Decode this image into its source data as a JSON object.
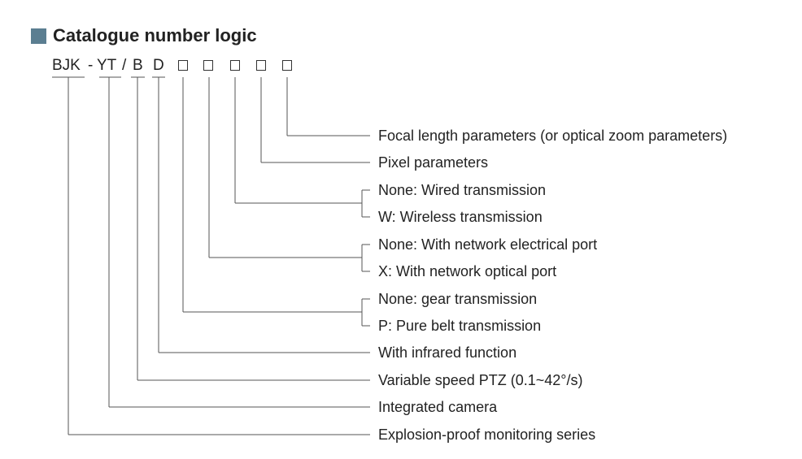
{
  "header": {
    "title": "Catalogue number logic",
    "square_color": "#5b7e91"
  },
  "code": {
    "parts": [
      "BJK",
      "-",
      "YT",
      "/",
      "B",
      "D"
    ],
    "placeholder_boxes": 5
  },
  "labels": [
    "Focal length parameters (or optical zoom parameters)",
    "Pixel parameters",
    "None: Wired transmission",
    "W: Wireless transmission",
    "None: With network electrical port",
    "X: With network optical port",
    "None: gear transmission",
    "P: Pure belt transmission",
    "With infrared function",
    "Variable speed PTZ (0.1~42°/s)",
    "Integrated camera",
    "Explosion-proof monitoring series"
  ]
}
